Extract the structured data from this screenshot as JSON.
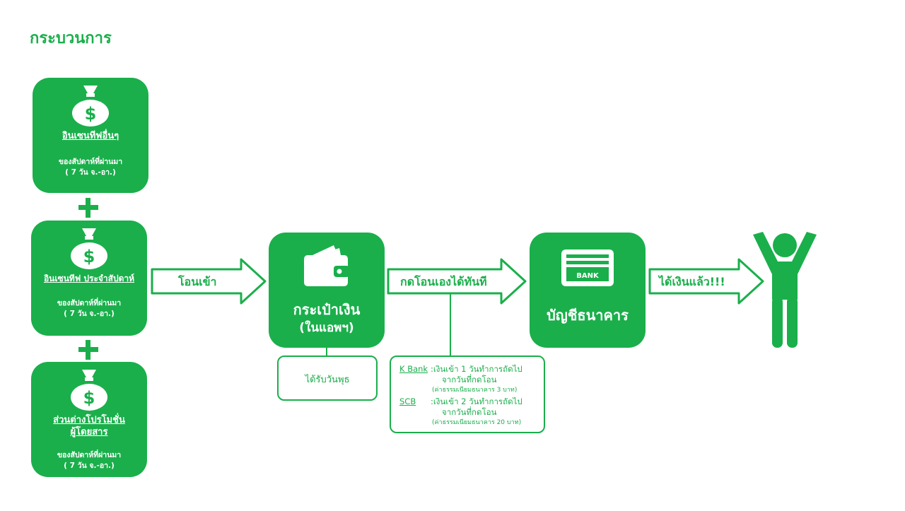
{
  "title": "กระบวนการ",
  "income_items": [
    {
      "name": "อินเซนทีฟอื่นๆ",
      "period_line1": "ของสัปดาห์ที่ผ่านมา",
      "period_line2": "( 7 วัน จ.-อา.)"
    },
    {
      "name": "อินเซนทีฟ ประจำสัปดาห์",
      "period_line1": "ของสัปดาห์ที่ผ่านมา",
      "period_line2": "( 7 วัน จ.-อา.)"
    },
    {
      "name_line1": "ส่วนต่างโปรโมชั่น",
      "name_line2": "ผู้โดยสาร",
      "period_line1": "ของสัปดาห์ที่ผ่านมา",
      "period_line2": "( 7 วัน จ.-อา.)"
    }
  ],
  "arrows": {
    "transfer_in": "โอนเข้า",
    "withdraw_now": "กดโอนเองได้ทันที",
    "money_received": "ได้เงินแล้ว!!!"
  },
  "wallet": {
    "line1": "กระเป๋าเงิน",
    "line2": "(ในแอพฯ)",
    "note": "ได้รับวันพุธ"
  },
  "bank_account": {
    "label": "บัญชีธนาคาร",
    "card_text": "BANK"
  },
  "bank_notes": [
    {
      "bank": "K Bank",
      "line1": ":เงินเข้า 1 วันทำการถัดไป",
      "line2": "จากวันที่กดโอน",
      "fee": "(ค่าธรรมเนียมธนาคาร 3 บาท)"
    },
    {
      "bank": "SCB",
      "line1": ":เงินเข้า 2 วันทำการถัดไป",
      "line2": "จากวันที่กดโอน",
      "fee": "(ค่าธรรมเนียมธนาคาร 20 บาท)"
    }
  ],
  "colors": {
    "primary": "#1aaf4b",
    "background": "#ffffff"
  },
  "icons": [
    "money-bag-icon",
    "wallet-icon",
    "bank-card-icon",
    "person-cheering-icon"
  ]
}
